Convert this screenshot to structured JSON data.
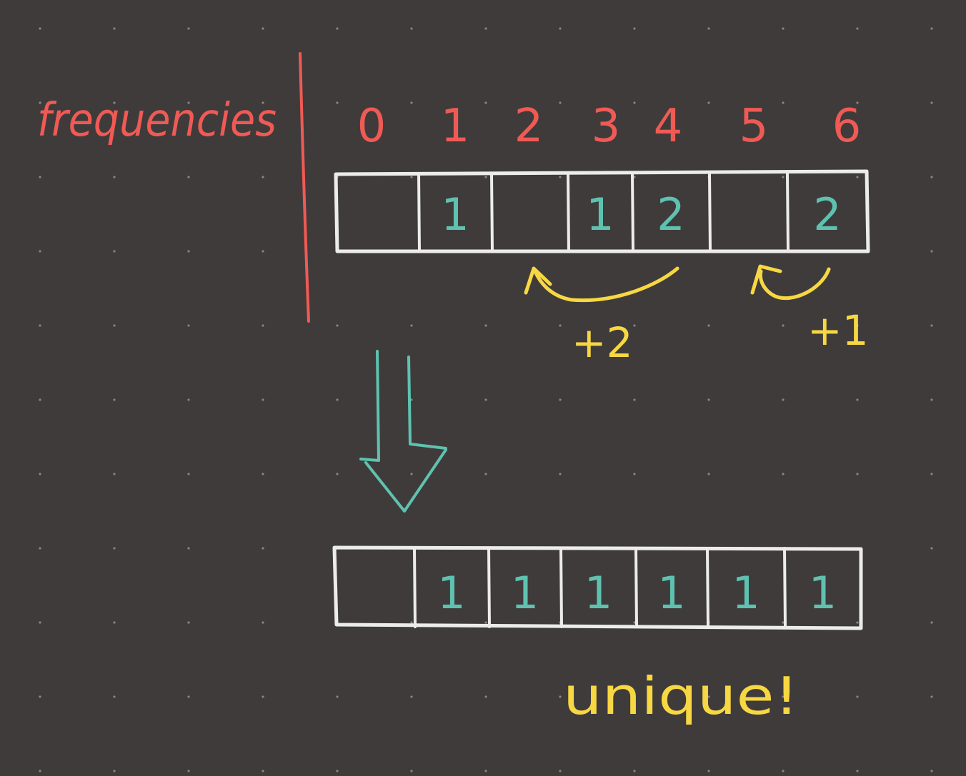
{
  "colors": {
    "background": "#3f3b3b",
    "grid_dot": "#8a8585",
    "box_stroke": "#ececec",
    "red": "#f05a55",
    "teal": "#5fc2b0",
    "yellow": "#f7d842"
  },
  "label": "frequencies",
  "indices": [
    "0",
    "1",
    "2",
    "3",
    "4",
    "5",
    "6"
  ],
  "top_array": [
    "",
    "1",
    "",
    "1",
    "2",
    "",
    "2"
  ],
  "bottom_array": [
    "",
    "1",
    "1",
    "1",
    "1",
    "1",
    "1"
  ],
  "annotations": {
    "move_left": "+2",
    "move_right": "+1",
    "result": "unique!"
  }
}
